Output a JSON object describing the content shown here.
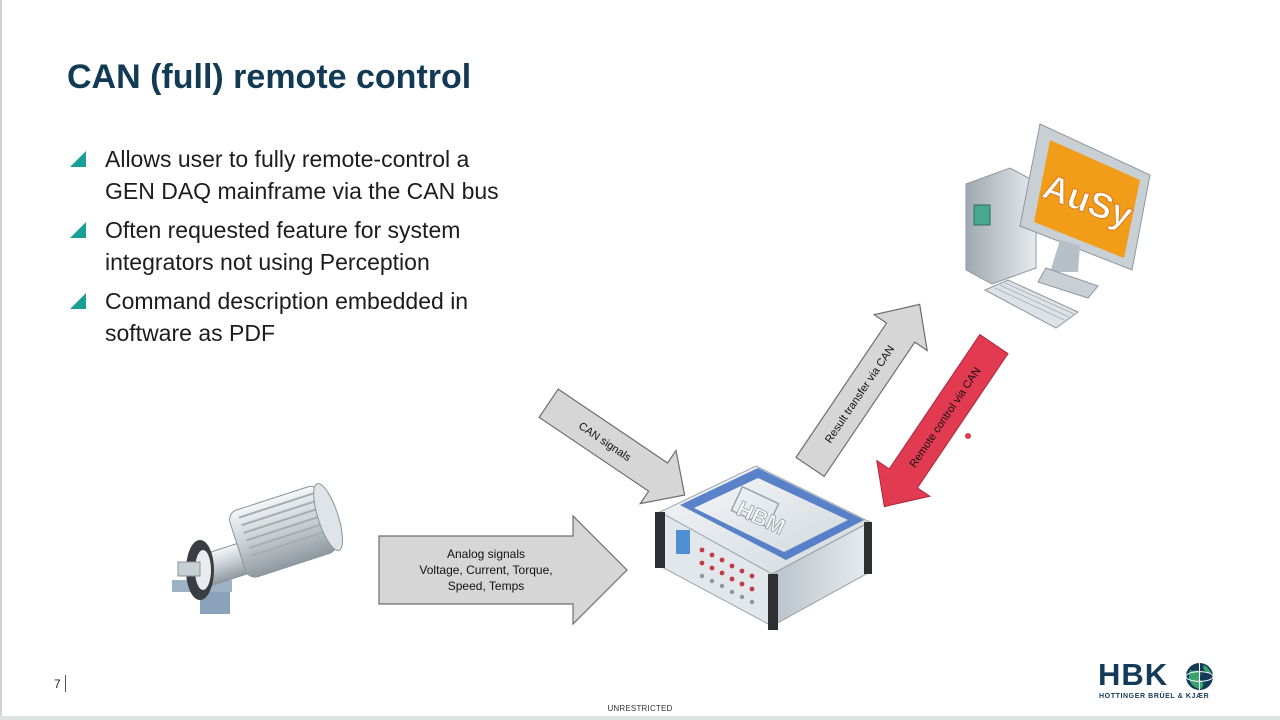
{
  "slide": {
    "title": "CAN (full) remote control",
    "bullets": [
      {
        "lines": [
          "Allows user to fully remote-control a",
          "GEN DAQ mainframe via the CAN bus"
        ]
      },
      {
        "lines": [
          "Often requested feature for system",
          "integrators not using Perception"
        ]
      },
      {
        "lines": [
          "Command description embedded in",
          "software as PDF"
        ]
      }
    ],
    "page_number": "7",
    "classification": "UNRESTRICTED"
  },
  "diagram": {
    "analog_arrow_lines": [
      "Analog signals",
      "Voltage, Current, Torque,",
      "Speed, Temps"
    ],
    "can_signals_label": "CAN signals",
    "result_transfer_label": "Result transfer via CAN",
    "remote_control_label": "Remote control via CAN",
    "mainframe_brand": "HBM",
    "pc_screen_text": "AuSy"
  },
  "logo": {
    "text": "HBK",
    "subtitle": "HOTTINGER BRÜEL & KJÆR"
  },
  "colors": {
    "title": "#123a54",
    "bullet_accent": "#1a9f96",
    "remote_arrow": "#e23a51",
    "grey_arrow": "#d6d6d6",
    "logo_blue": "#143a5a",
    "logo_green": "#3aa56a"
  },
  "icons": {
    "bullet": "teal-triangle-icon",
    "logo_globe": "globe-icon"
  }
}
